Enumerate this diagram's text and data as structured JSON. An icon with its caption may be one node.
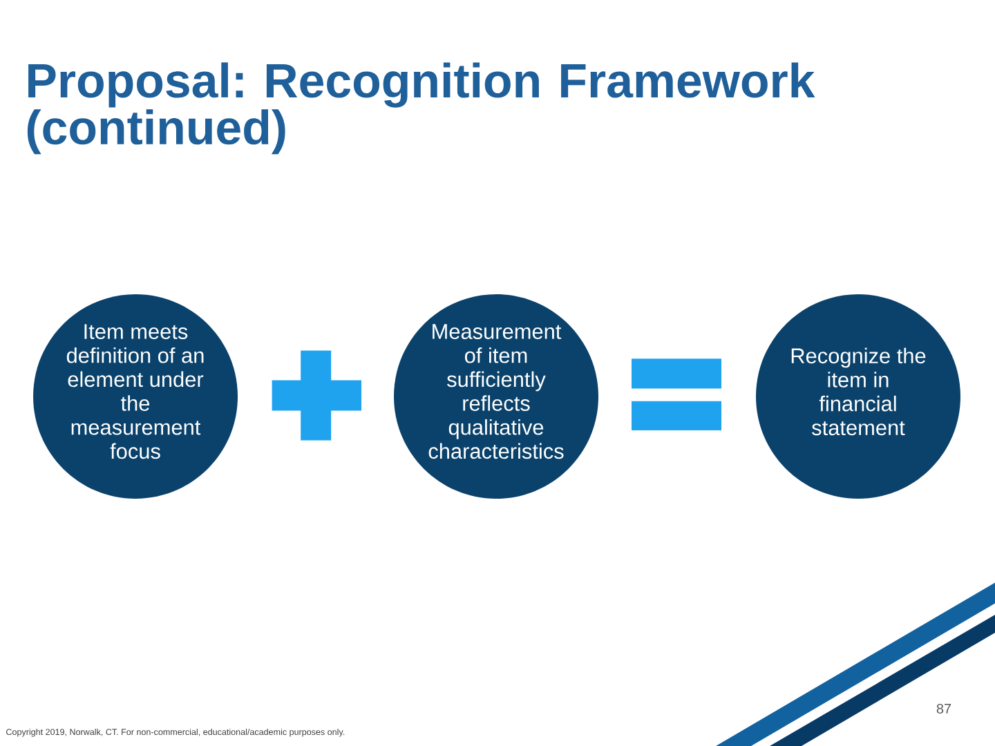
{
  "diagram": {
    "title": "Proposal: Recognition Framework (continued)",
    "nodes": [
      {
        "text": [
          "Item meets definition of an element under the measurement focus"
        ]
      },
      {
        "text": [
          "Measurement of item sufficiently reflects qualitative characteristics"
        ]
      },
      {
        "text": [
          "Recognize the item in financial statement"
        ]
      }
    ],
    "labels": [
      "87",
      "Copyright 2019, Norwalk, CT. For non-commercial, educational/academic purposes only."
    ]
  }
}
